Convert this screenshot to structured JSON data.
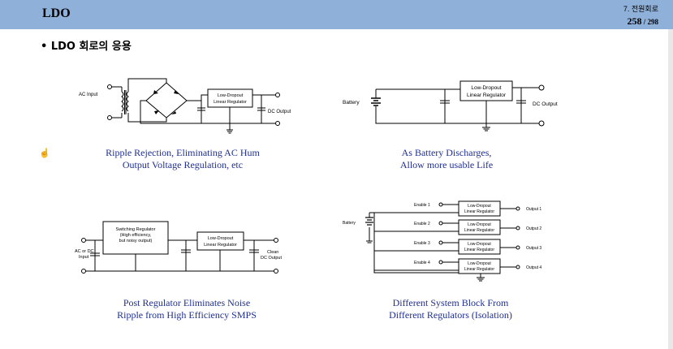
{
  "header": {
    "title": "LDO",
    "chapter": "7. 전원회로",
    "page": "258",
    "total": " / 298"
  },
  "section": {
    "heading": "• LDO 회로의 응용"
  },
  "diagrams": {
    "d1": {
      "input": "AC Input",
      "block": [
        "Low-Dropout",
        "Linear Regulator"
      ],
      "output": "DC Output",
      "caption": [
        "Ripple Rejection,  Eliminating AC Hum",
        "Output Voltage  Regulation, etc"
      ]
    },
    "d2": {
      "input": "Battery",
      "block": [
        "Low-Dropout",
        "Linear Regulator"
      ],
      "output": "DC Output",
      "caption": [
        "As Battery Discharges,",
        "Allow more usable Life"
      ]
    },
    "d3": {
      "input": [
        "AC or DC",
        "Input"
      ],
      "block1": [
        "Switching Regulator",
        "(High efficiency,",
        "but noisy output)"
      ],
      "block2": [
        "Low-Dropout",
        "Linear Regulator"
      ],
      "output": [
        "Clean",
        "DC Output"
      ],
      "caption": [
        "Post Regulator Eliminates Noise",
        "Ripple from High Efficiency SMPS"
      ]
    },
    "d4": {
      "input": "Battery",
      "enables": [
        "Enable 1",
        "Enable 2",
        "Enable 3",
        "Enable 4"
      ],
      "block": [
        "Low-Dropout",
        "Linear Regulator"
      ],
      "outputs": [
        "Output 1",
        "Output 2",
        "Output 3",
        "Output 4"
      ],
      "caption": [
        "Different System Block From",
        "Different Regulators (Isolation)"
      ]
    }
  },
  "icons": {
    "cursor": "hand-cursor-icon"
  }
}
